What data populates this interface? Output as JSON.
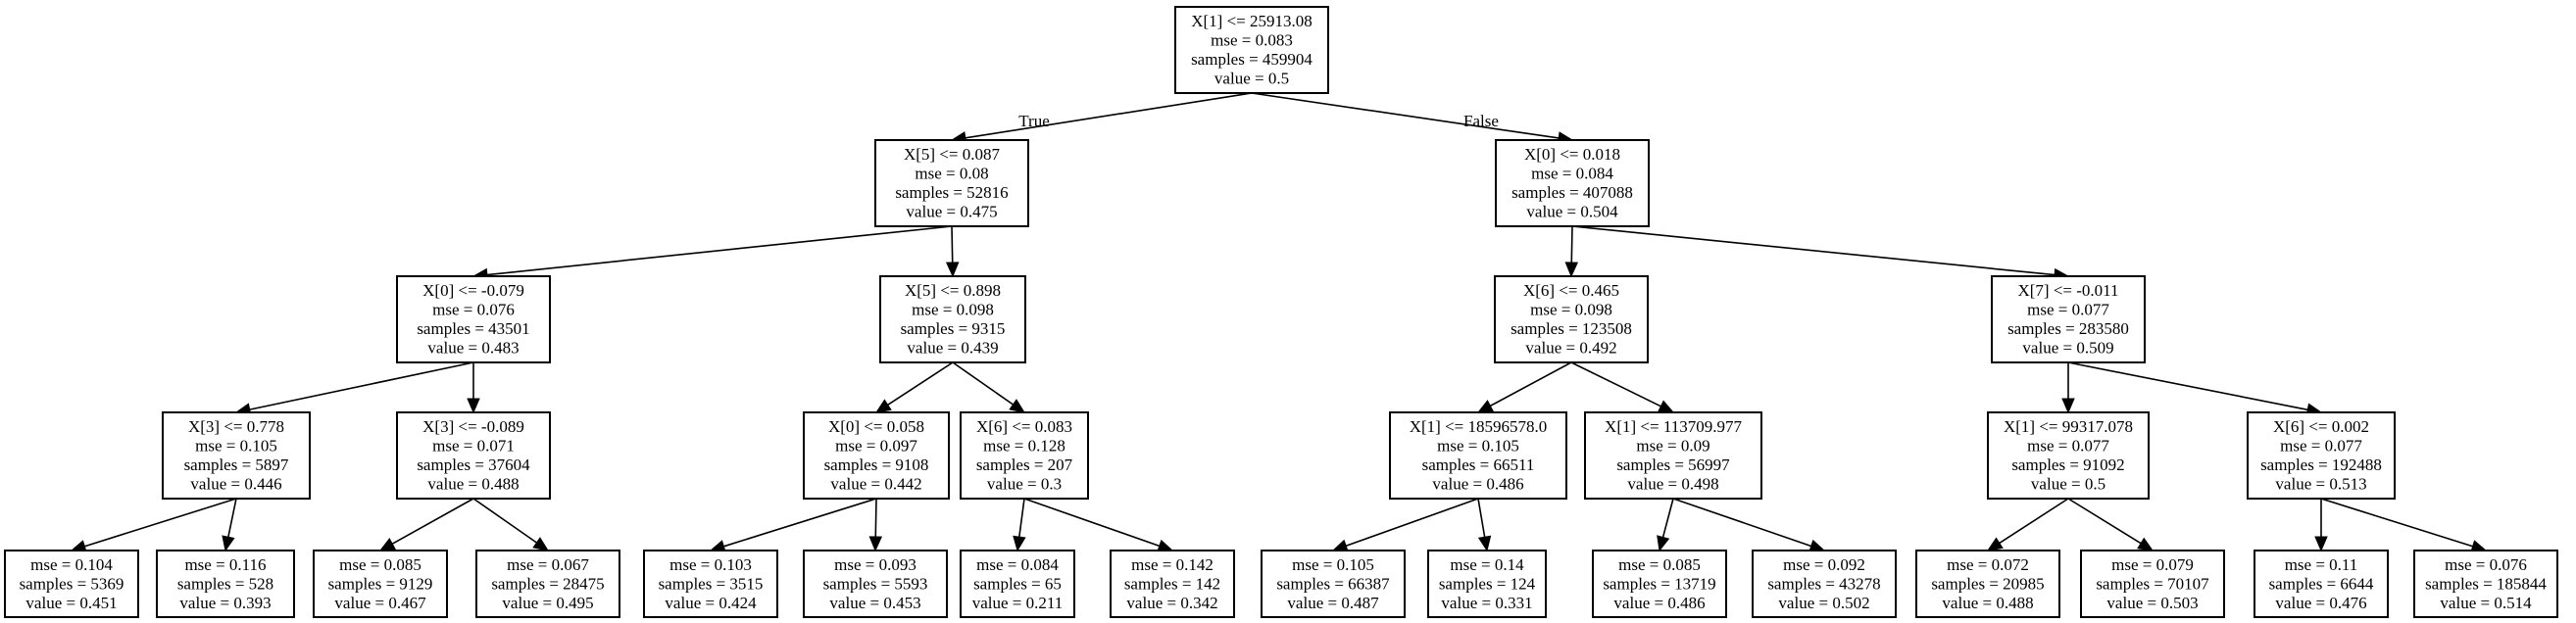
{
  "edge_labels": {
    "left": "True",
    "right": "False"
  },
  "nodes": [
    {
      "id": "n0",
      "lines": [
        "X[1] <= 25913.08",
        "mse = 0.083",
        "samples = 459904",
        "value = 0.5"
      ]
    },
    {
      "id": "n1",
      "lines": [
        "X[5] <= 0.087",
        "mse = 0.08",
        "samples = 52816",
        "value = 0.475"
      ]
    },
    {
      "id": "n2",
      "lines": [
        "X[0] <= 0.018",
        "mse = 0.084",
        "samples = 407088",
        "value = 0.504"
      ]
    },
    {
      "id": "n3",
      "lines": [
        "X[0] <= -0.079",
        "mse = 0.076",
        "samples = 43501",
        "value = 0.483"
      ]
    },
    {
      "id": "n4",
      "lines": [
        "X[5] <= 0.898",
        "mse = 0.098",
        "samples = 9315",
        "value = 0.439"
      ]
    },
    {
      "id": "n5",
      "lines": [
        "X[6] <= 0.465",
        "mse = 0.098",
        "samples = 123508",
        "value = 0.492"
      ]
    },
    {
      "id": "n6",
      "lines": [
        "X[7] <= -0.011",
        "mse = 0.077",
        "samples = 283580",
        "value = 0.509"
      ]
    },
    {
      "id": "n7",
      "lines": [
        "X[3] <= 0.778",
        "mse = 0.105",
        "samples = 5897",
        "value = 0.446"
      ]
    },
    {
      "id": "n8",
      "lines": [
        "X[3] <= -0.089",
        "mse = 0.071",
        "samples = 37604",
        "value = 0.488"
      ]
    },
    {
      "id": "n9",
      "lines": [
        "X[0] <= 0.058",
        "mse = 0.097",
        "samples = 9108",
        "value = 0.442"
      ]
    },
    {
      "id": "n10",
      "lines": [
        "X[6] <= 0.083",
        "mse = 0.128",
        "samples = 207",
        "value = 0.3"
      ]
    },
    {
      "id": "n11",
      "lines": [
        "X[1] <= 18596578.0",
        "mse = 0.105",
        "samples = 66511",
        "value = 0.486"
      ]
    },
    {
      "id": "n12",
      "lines": [
        "X[1] <= 113709.977",
        "mse = 0.09",
        "samples = 56997",
        "value = 0.498"
      ]
    },
    {
      "id": "n13",
      "lines": [
        "X[1] <= 99317.078",
        "mse = 0.077",
        "samples = 91092",
        "value = 0.5"
      ]
    },
    {
      "id": "n14",
      "lines": [
        "X[6] <= 0.002",
        "mse = 0.077",
        "samples = 192488",
        "value = 0.513"
      ]
    },
    {
      "id": "l1",
      "lines": [
        "mse = 0.104",
        "samples = 5369",
        "value = 0.451"
      ]
    },
    {
      "id": "l2",
      "lines": [
        "mse = 0.116",
        "samples = 528",
        "value = 0.393"
      ]
    },
    {
      "id": "l3",
      "lines": [
        "mse = 0.085",
        "samples = 9129",
        "value = 0.467"
      ]
    },
    {
      "id": "l4",
      "lines": [
        "mse = 0.067",
        "samples = 28475",
        "value = 0.495"
      ]
    },
    {
      "id": "l5",
      "lines": [
        "mse = 0.103",
        "samples = 3515",
        "value = 0.424"
      ]
    },
    {
      "id": "l6",
      "lines": [
        "mse = 0.093",
        "samples = 5593",
        "value = 0.453"
      ]
    },
    {
      "id": "l7",
      "lines": [
        "mse = 0.084",
        "samples = 65",
        "value = 0.211"
      ]
    },
    {
      "id": "l8",
      "lines": [
        "mse = 0.142",
        "samples = 142",
        "value = 0.342"
      ]
    },
    {
      "id": "l9",
      "lines": [
        "mse = 0.105",
        "samples = 66387",
        "value = 0.487"
      ]
    },
    {
      "id": "l10",
      "lines": [
        "mse = 0.14",
        "samples = 124",
        "value = 0.331"
      ]
    },
    {
      "id": "l11",
      "lines": [
        "mse = 0.085",
        "samples = 13719",
        "value = 0.486"
      ]
    },
    {
      "id": "l12",
      "lines": [
        "mse = 0.092",
        "samples = 43278",
        "value = 0.502"
      ]
    },
    {
      "id": "l13",
      "lines": [
        "mse = 0.072",
        "samples = 20985",
        "value = 0.488"
      ]
    },
    {
      "id": "l14",
      "lines": [
        "mse = 0.079",
        "samples = 70107",
        "value = 0.503"
      ]
    },
    {
      "id": "l15",
      "lines": [
        "mse = 0.11",
        "samples = 6644",
        "value = 0.476"
      ]
    },
    {
      "id": "l16",
      "lines": [
        "mse = 0.076",
        "samples = 185844",
        "value = 0.514"
      ]
    }
  ],
  "edges": [
    [
      "n0",
      "n1"
    ],
    [
      "n0",
      "n2"
    ],
    [
      "n1",
      "n3"
    ],
    [
      "n1",
      "n4"
    ],
    [
      "n2",
      "n5"
    ],
    [
      "n2",
      "n6"
    ],
    [
      "n3",
      "n7"
    ],
    [
      "n3",
      "n8"
    ],
    [
      "n4",
      "n9"
    ],
    [
      "n4",
      "n10"
    ],
    [
      "n5",
      "n11"
    ],
    [
      "n5",
      "n12"
    ],
    [
      "n6",
      "n13"
    ],
    [
      "n6",
      "n14"
    ],
    [
      "n7",
      "l1"
    ],
    [
      "n7",
      "l2"
    ],
    [
      "n8",
      "l3"
    ],
    [
      "n8",
      "l4"
    ],
    [
      "n9",
      "l5"
    ],
    [
      "n9",
      "l6"
    ],
    [
      "n10",
      "l7"
    ],
    [
      "n10",
      "l8"
    ],
    [
      "n11",
      "l9"
    ],
    [
      "n11",
      "l10"
    ],
    [
      "n12",
      "l11"
    ],
    [
      "n12",
      "l12"
    ],
    [
      "n13",
      "l13"
    ],
    [
      "n13",
      "l14"
    ],
    [
      "n14",
      "l15"
    ],
    [
      "n14",
      "l16"
    ]
  ]
}
